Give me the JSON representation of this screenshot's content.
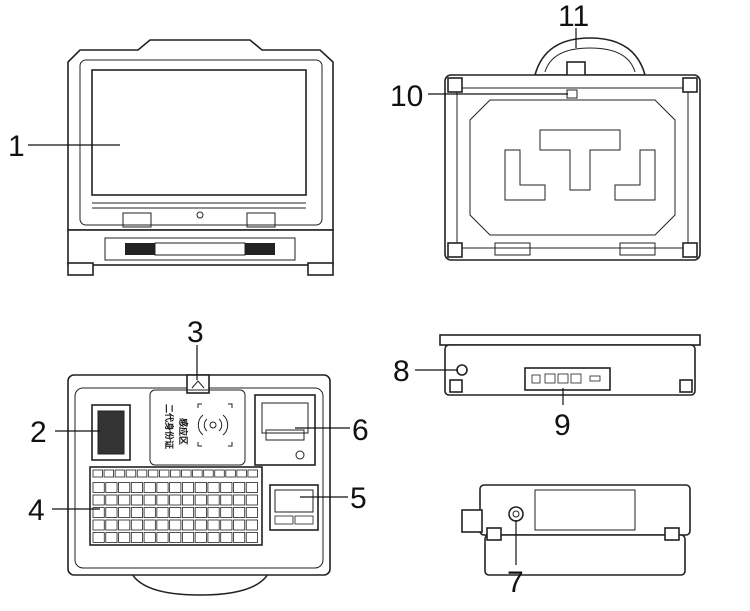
{
  "callouts": [
    "1",
    "2",
    "3",
    "4",
    "5",
    "6",
    "7",
    "8",
    "9",
    "10",
    "11"
  ],
  "id_reader": {
    "line1": "二代身份证",
    "line2": "感应区"
  },
  "colors": {
    "line": "#222222",
    "background": "#ffffff"
  }
}
